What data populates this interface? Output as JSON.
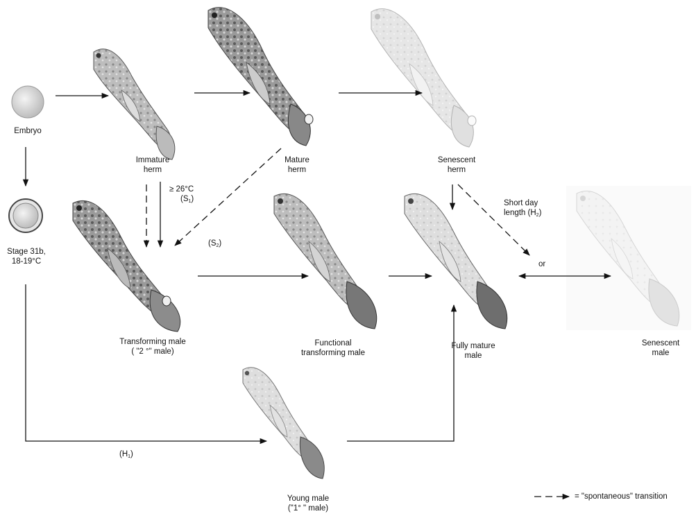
{
  "stages": {
    "embryo": "Embryo",
    "immature_herm": [
      "Immature",
      "herm"
    ],
    "mature_herm": [
      "Mature",
      "herm"
    ],
    "senescent_herm": [
      "Senescent",
      "herm"
    ],
    "stage_31b": [
      "Stage 31b,",
      "18-19°C"
    ],
    "transforming_male": [
      "Transforming male",
      "( \"2 °\"  male)"
    ],
    "functional_transforming_male": [
      "Functional",
      "transforming male"
    ],
    "fully_mature_male": [
      "Fully mature",
      "male"
    ],
    "senescent_male": [
      "Senescent",
      "male"
    ],
    "young_male": [
      "Young male",
      "(\"1° \" male)"
    ]
  },
  "conditions": {
    "temp": "≥ 26°C",
    "s1": "(S",
    "s1_sub": "1",
    "s1_close": ")",
    "s2": "(S",
    "s2_sub": "2",
    "s2_close": ")",
    "short_day": [
      "Short day",
      "length (H"
    ],
    "h2_sub": "2",
    "h2_close": ")",
    "h1": "(H",
    "h1_sub": "1",
    "h1_close": ")",
    "or": "or"
  },
  "legend": {
    "text": "= \"spontaneous\" transition"
  },
  "colors": {
    "line": "#111111",
    "fish_dark": "#4a4a4a",
    "fish_mid": "#8a8a8a",
    "fish_light": "#c8c8c8",
    "fish_faint": "#dcdcdc"
  }
}
